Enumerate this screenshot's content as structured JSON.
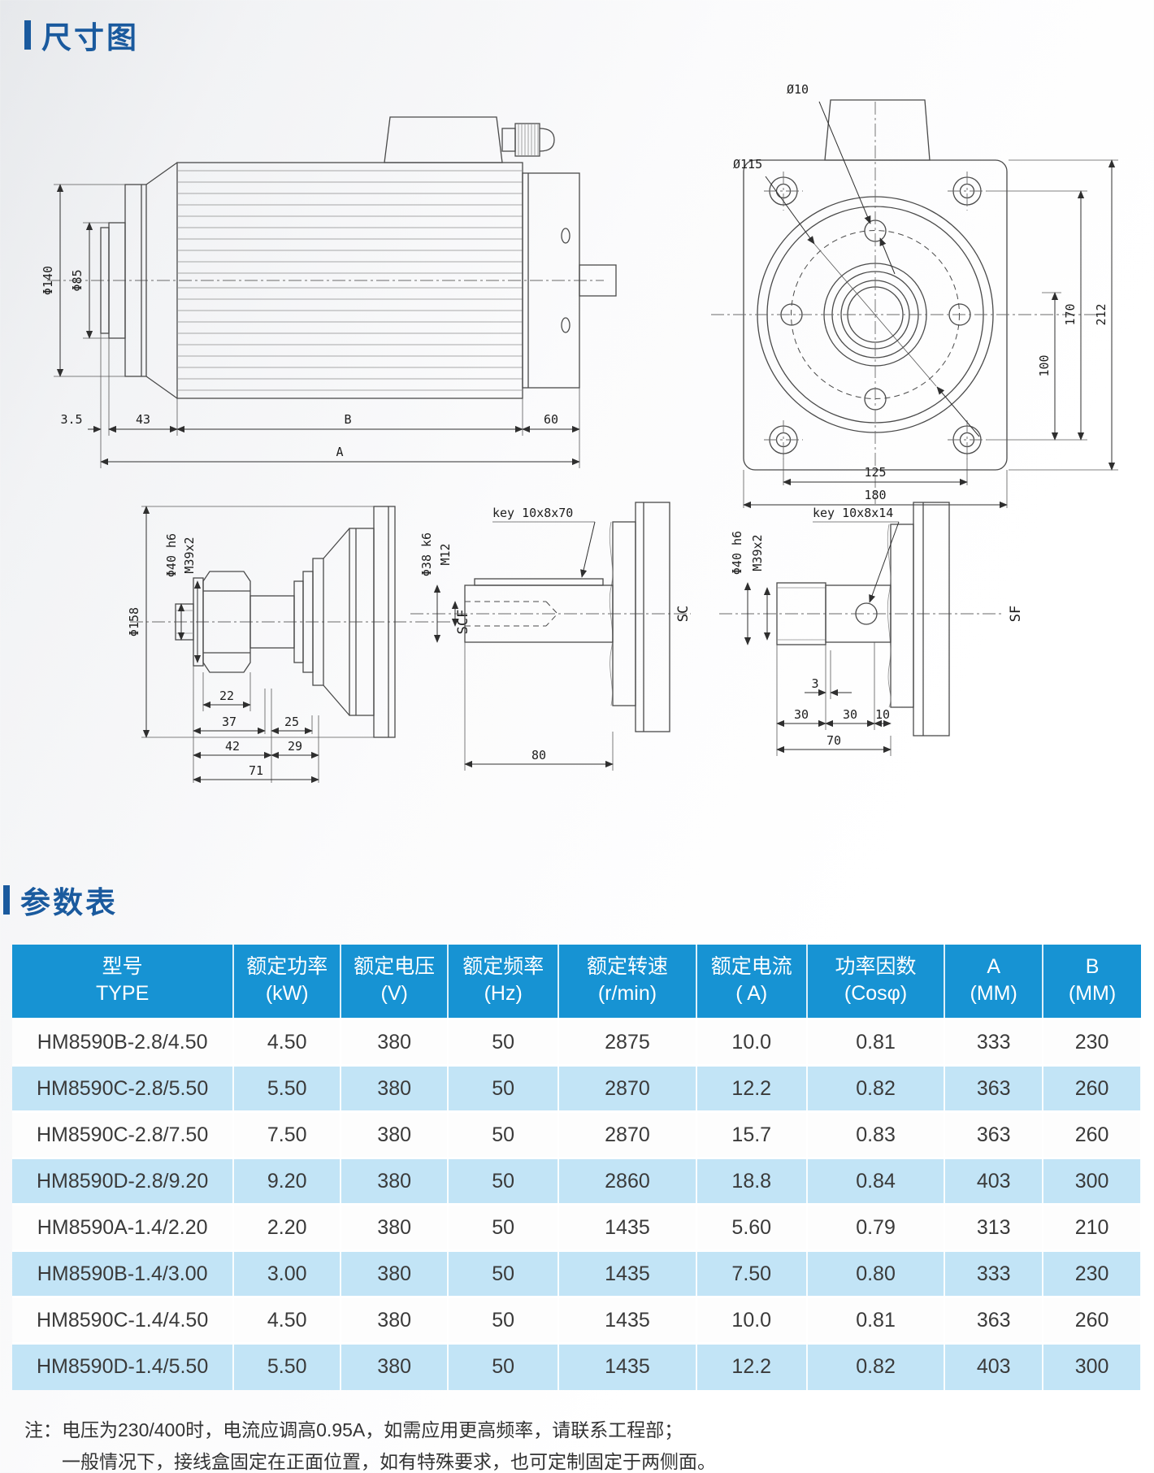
{
  "page": {
    "title1": "尺寸图",
    "title2": "参数表",
    "note_prefix": "注：",
    "note_line1": "电压为230/400时，电流应调高0.95A，如需应用更高频率，请联系工程部；",
    "note_line2": "一般情况下，接线盒固定在正面位置，如有特殊要求，也可定制固定于两侧面。"
  },
  "colors": {
    "accent": "#1a5a9e",
    "table_header": "#1793d3",
    "row_alt": "#c2e4f6"
  },
  "drawings": {
    "side_view": {
      "phi140": "Φ140",
      "phi85": "Φ85",
      "d35": "3.5",
      "d43": "43",
      "dB": "B",
      "d60": "60",
      "dA": "A"
    },
    "front_view": {
      "phi10": "Ø10",
      "phi115": "Ø115",
      "d100": "100",
      "d170": "170",
      "d212": "212",
      "d125": "125",
      "d180": "180"
    },
    "shaft_scf": {
      "label": "SCF",
      "phi158": "Φ158",
      "phi40": "Φ40 h6",
      "m39": "M39x2",
      "d22": "22",
      "d37": "37",
      "d25": "25",
      "d42": "42",
      "d29": "29",
      "d71": "71"
    },
    "shaft_sc": {
      "label": "SC",
      "key": "key 10x8x70",
      "phi38": "Φ38 k6",
      "m12": "M12",
      "d80": "80"
    },
    "shaft_sf": {
      "label": "SF",
      "key": "key 10x8x14",
      "phi40": "Φ40 h6",
      "m39": "M39x2",
      "d3": "3",
      "d30a": "30",
      "d30b": "30",
      "d10": "10",
      "d70": "70"
    }
  },
  "table": {
    "headers": [
      {
        "line1": "型号",
        "line2": "TYPE"
      },
      {
        "line1": "额定功率",
        "line2": "(kW)"
      },
      {
        "line1": "额定电压",
        "line2": "(V)"
      },
      {
        "line1": "额定频率",
        "line2": "(Hz)"
      },
      {
        "line1": "额定转速",
        "line2": "(r/min)"
      },
      {
        "line1": "额定电流",
        "line2": "( A)"
      },
      {
        "line1": "功率因数",
        "line2": "(Cosφ)"
      },
      {
        "line1": "A",
        "line2": "(MM)"
      },
      {
        "line1": "B",
        "line2": "(MM)"
      }
    ],
    "rows": [
      [
        "HM8590B-2.8/4.50",
        "4.50",
        "380",
        "50",
        "2875",
        "10.0",
        "0.81",
        "333",
        "230"
      ],
      [
        "HM8590C-2.8/5.50",
        "5.50",
        "380",
        "50",
        "2870",
        "12.2",
        "0.82",
        "363",
        "260"
      ],
      [
        "HM8590C-2.8/7.50",
        "7.50",
        "380",
        "50",
        "2870",
        "15.7",
        "0.83",
        "363",
        "260"
      ],
      [
        "HM8590D-2.8/9.20",
        "9.20",
        "380",
        "50",
        "2860",
        "18.8",
        "0.84",
        "403",
        "300"
      ],
      [
        "HM8590A-1.4/2.20",
        "2.20",
        "380",
        "50",
        "1435",
        "5.60",
        "0.79",
        "313",
        "210"
      ],
      [
        "HM8590B-1.4/3.00",
        "3.00",
        "380",
        "50",
        "1435",
        "7.50",
        "0.80",
        "333",
        "230"
      ],
      [
        "HM8590C-1.4/4.50",
        "4.50",
        "380",
        "50",
        "1435",
        "10.0",
        "0.81",
        "363",
        "260"
      ],
      [
        "HM8590D-1.4/5.50",
        "5.50",
        "380",
        "50",
        "1435",
        "12.2",
        "0.82",
        "403",
        "300"
      ]
    ]
  }
}
